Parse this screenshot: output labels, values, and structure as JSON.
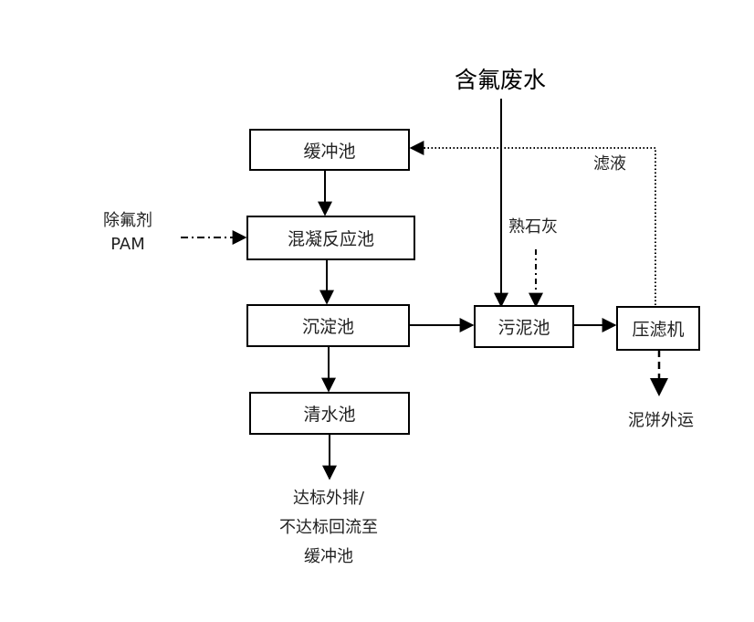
{
  "diagram": {
    "source": "含氟废水",
    "nodes": {
      "buffer_tank": "缓冲池",
      "coag_tank": "混凝反应池",
      "settle_tank": "沉淀池",
      "clear_tank": "清水池",
      "sludge_tank": "污泥池",
      "filter_press": "压滤机"
    },
    "labels": {
      "reagent_line1": "除氟剂",
      "reagent_line2": "PAM",
      "lime": "熟石灰",
      "filtrate": "滤液",
      "cake": "泥饼外运",
      "discharge_line1": "达标外排/",
      "discharge_line2": "不达标回流至",
      "discharge_line3": "缓冲池"
    },
    "edges": [
      {
        "from": "含氟废水",
        "to": "污泥池",
        "style": "solid"
      },
      {
        "from": "缓冲池",
        "to": "混凝反应池",
        "style": "solid"
      },
      {
        "from": "除氟剂/PAM",
        "to": "混凝反应池",
        "style": "dash-dot"
      },
      {
        "from": "混凝反应池",
        "to": "沉淀池",
        "style": "solid"
      },
      {
        "from": "沉淀池",
        "to": "清水池",
        "style": "solid"
      },
      {
        "from": "沉淀池",
        "to": "污泥池",
        "style": "solid"
      },
      {
        "from": "熟石灰",
        "to": "污泥池",
        "style": "dash-dot"
      },
      {
        "from": "污泥池",
        "to": "压滤机",
        "style": "solid"
      },
      {
        "from": "压滤机",
        "to": "缓冲池",
        "style": "dotted",
        "label": "滤液"
      },
      {
        "from": "压滤机",
        "to": "泥饼外运",
        "style": "dashed"
      },
      {
        "from": "清水池",
        "to": "达标外排/不达标回流至缓冲池",
        "style": "solid"
      }
    ]
  }
}
